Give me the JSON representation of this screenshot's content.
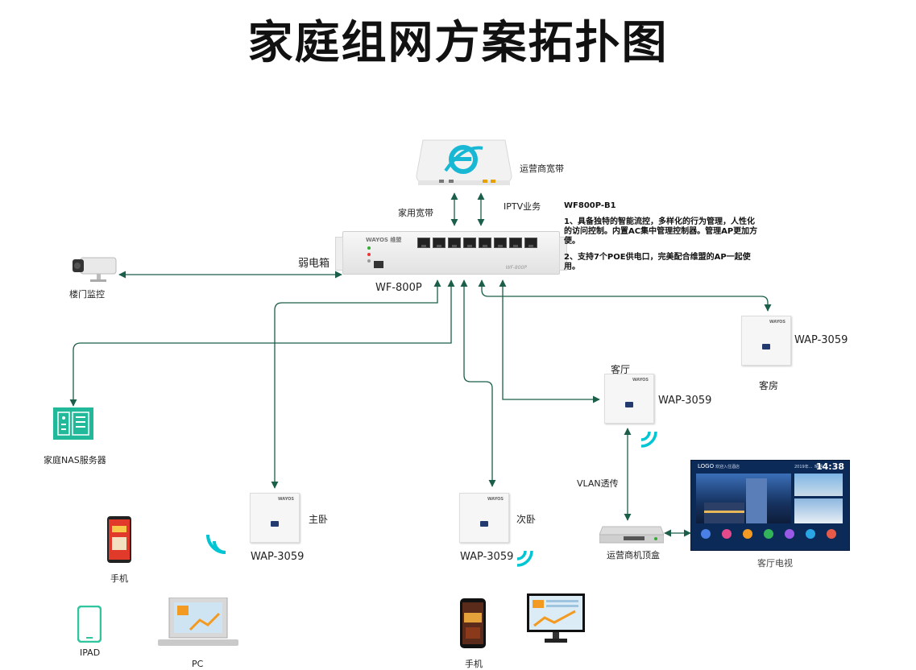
{
  "title": "家庭组网方案拓扑图",
  "colors": {
    "line": "#1b5e4a",
    "wifi": "#00c5d3",
    "nas": "#22b89a",
    "tv_bg": "#0b2a58"
  },
  "modem": {
    "label": "运营商宽带",
    "icon": "ie-logo-icon"
  },
  "switch": {
    "label": "WF-800P",
    "cabinet_label": "弱电箱",
    "brand": "WAYOS 维盟",
    "model": "WF-800P",
    "uplink_labels": [
      "家用宽带",
      "IPTV业务"
    ]
  },
  "description": {
    "heading": "WF800P-B1",
    "points": [
      "1、具备独特的智能流控，多样化的行为管理，人性化的访问控制。内置AC集中管理控制器。管理AP更加方便。",
      "2、支持7个POE供电口，完美配合维盟的AP一起使用。"
    ]
  },
  "devices": {
    "camera": "楼门监控",
    "nas": "家庭NAS服务器",
    "ap_master": {
      "model": "WAP-3059",
      "room": "主卧"
    },
    "ap_second": {
      "model": "WAP-3059",
      "room": "次卧"
    },
    "ap_living": {
      "model": "WAP-3059",
      "room": "客厅"
    },
    "ap_guest": {
      "model": "WAP-3059",
      "room": "客房"
    },
    "stb": "运营商机顶盒",
    "tv": {
      "label": "客厅电视",
      "time": "14:38",
      "logo": "LOGO",
      "header": "欢迎入住酒店",
      "date": "2019年...",
      "weather": "晴朗"
    },
    "vlan": "VLAN透传",
    "client_phone_1": "手机",
    "client_ipad": "IPAD",
    "client_pc": "PC",
    "client_phone_2": "手机",
    "ap_brand": "WAYOS"
  }
}
